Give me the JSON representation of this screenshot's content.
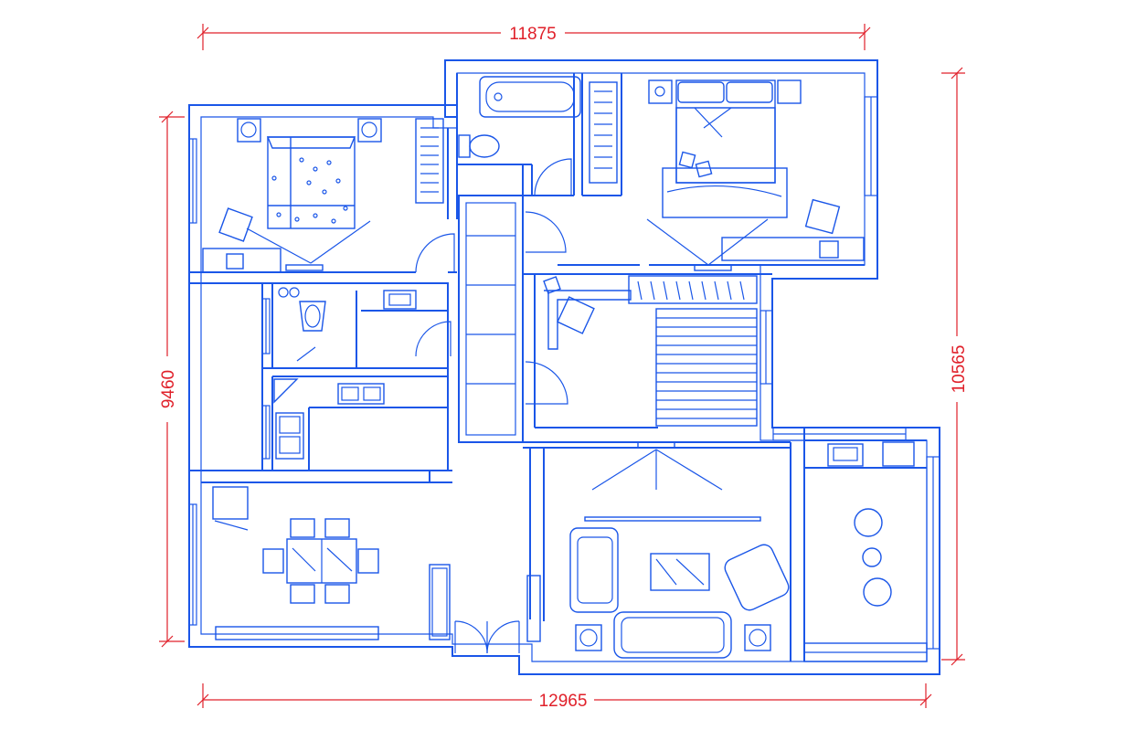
{
  "dimensions": {
    "top_width": "11875",
    "bottom_width": "12965",
    "left_height": "9460",
    "right_height": "10565"
  },
  "colors": {
    "wall": "#1a56e8",
    "dimension": "#e0202a",
    "background": "#ffffff"
  }
}
